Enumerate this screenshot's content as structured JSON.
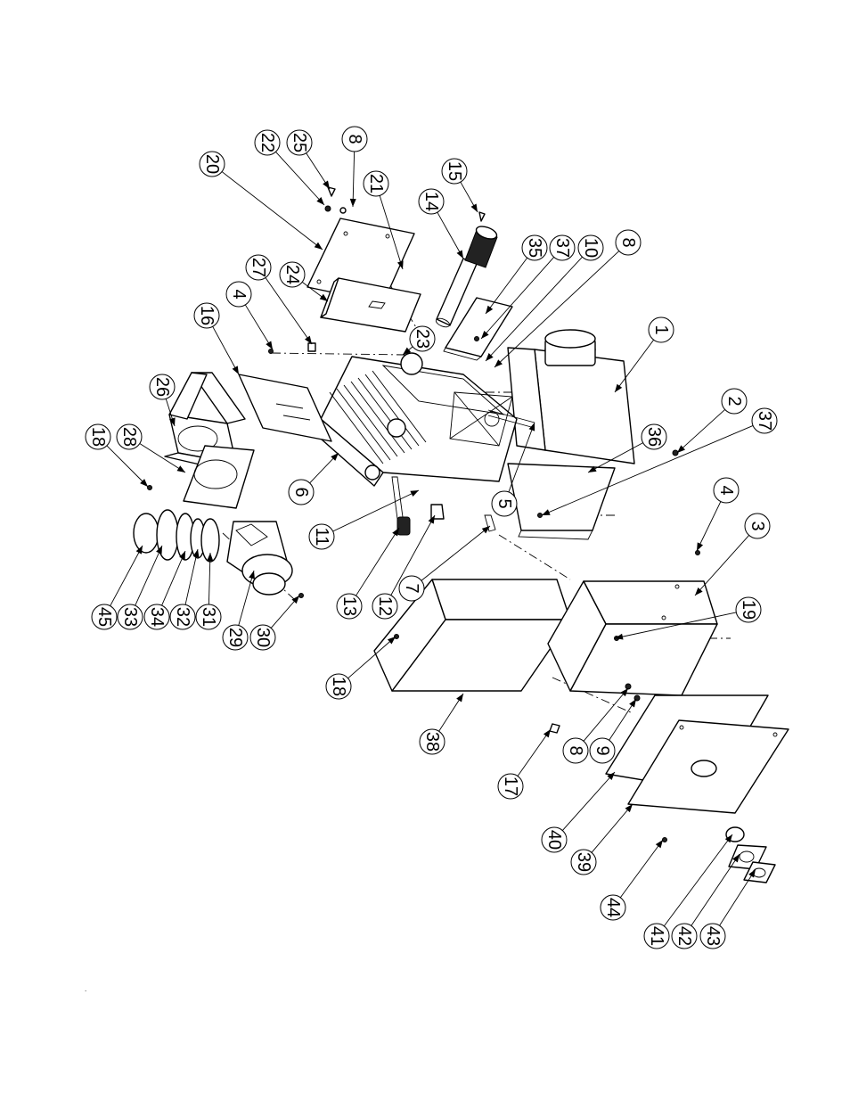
{
  "balloons": [
    {
      "id": "20"
    },
    {
      "id": "22"
    },
    {
      "id": "25"
    },
    {
      "id": "8"
    },
    {
      "id": "21"
    },
    {
      "id": "15"
    },
    {
      "id": "14"
    },
    {
      "id": "35"
    },
    {
      "id": "37"
    },
    {
      "id": "10"
    },
    {
      "id": "8"
    },
    {
      "id": "27"
    },
    {
      "id": "24"
    },
    {
      "id": "4"
    },
    {
      "id": "16"
    },
    {
      "id": "23"
    },
    {
      "id": "1"
    },
    {
      "id": "26"
    },
    {
      "id": "2"
    },
    {
      "id": "37"
    },
    {
      "id": "18"
    },
    {
      "id": "28"
    },
    {
      "id": "36"
    },
    {
      "id": "6"
    },
    {
      "id": "11"
    },
    {
      "id": "5"
    },
    {
      "id": "4"
    },
    {
      "id": "3"
    },
    {
      "id": "13"
    },
    {
      "id": "12"
    },
    {
      "id": "7"
    },
    {
      "id": "45"
    },
    {
      "id": "33"
    },
    {
      "id": "34"
    },
    {
      "id": "32"
    },
    {
      "id": "31"
    },
    {
      "id": "29"
    },
    {
      "id": "30"
    },
    {
      "id": "19"
    },
    {
      "id": "18"
    },
    {
      "id": "38"
    },
    {
      "id": "17"
    },
    {
      "id": "8"
    },
    {
      "id": "9"
    },
    {
      "id": "40"
    },
    {
      "id": "39"
    },
    {
      "id": "44"
    },
    {
      "id": "41"
    },
    {
      "id": "42"
    },
    {
      "id": "43"
    }
  ]
}
